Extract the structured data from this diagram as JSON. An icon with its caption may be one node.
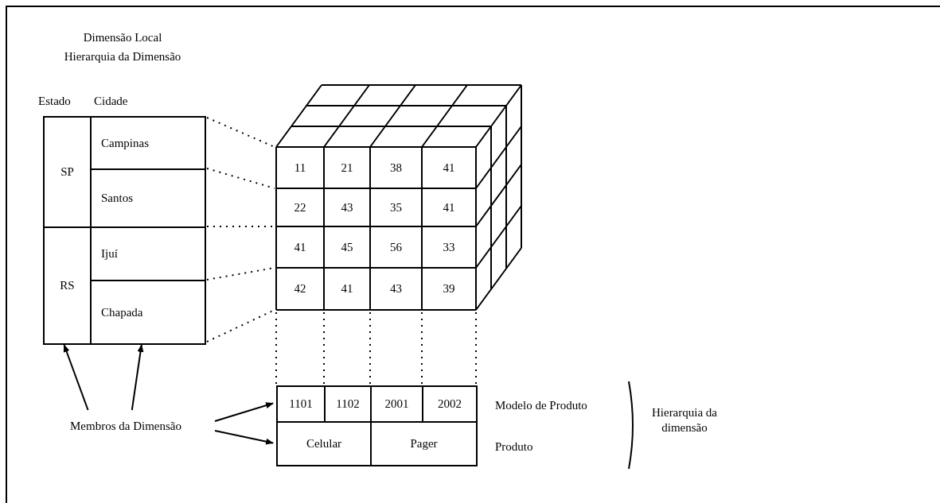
{
  "diagram": {
    "nodes": [
      {
        "text": [],
        "shape": "box"
      },
      {
        "text": [
          "SP"
        ],
        "in": 0
      },
      {
        "text": [
          "Campinas"
        ],
        "in": 0
      },
      {
        "text": [
          "Santos"
        ],
        "in": 0
      },
      {
        "text": [
          "RS"
        ],
        "in": 0
      },
      {
        "text": [
          "Ijuí"
        ],
        "in": 0
      },
      {
        "text": [
          "Chapada"
        ],
        "in": 0
      },
      {
        "text": [],
        "shape": "cube"
      },
      {
        "text": [],
        "shape": "box"
      },
      {
        "text": [
          "1101"
        ],
        "in": 8
      },
      {
        "text": [
          "1102"
        ],
        "in": 8
      },
      {
        "text": [
          "2001"
        ],
        "in": 8
      },
      {
        "text": [
          "2002"
        ],
        "in": 8
      },
      {
        "text": [
          "Celular"
        ],
        "in": 8
      },
      {
        "text": [
          "Pager"
        ],
        "in": 8
      },
      {
        "text": [
          "Membros da Dimensão"
        ]
      }
    ],
    "edges": [
      {
        "from": 15,
        "to": 4,
        "arrow": "to"
      },
      {
        "from": 15,
        "to": 6,
        "arrow": "to"
      },
      {
        "from": 15,
        "to": 9,
        "arrow": "to"
      },
      {
        "from": 15,
        "to": 13,
        "arrow": "to"
      },
      {
        "from": 0,
        "to": 7,
        "arrow": "none",
        "style": "dashed"
      },
      {
        "from": 0,
        "to": 7,
        "arrow": "none",
        "style": "dashed"
      },
      {
        "from": 0,
        "to": 7,
        "arrow": "none",
        "style": "dashed"
      },
      {
        "from": 0,
        "to": 7,
        "arrow": "none",
        "style": "dashed"
      },
      {
        "from": 0,
        "to": 7,
        "arrow": "none",
        "style": "dashed"
      },
      {
        "from": 7,
        "to": 8,
        "arrow": "none",
        "style": "dashed"
      },
      {
        "from": 7,
        "to": 8,
        "arrow": "none",
        "style": "dashed"
      },
      {
        "from": 7,
        "to": 8,
        "arrow": "none",
        "style": "dashed"
      },
      {
        "from": 7,
        "to": 8,
        "arrow": "none",
        "style": "dashed"
      },
      {
        "from": 7,
        "to": 8,
        "arrow": "none",
        "style": "dashed"
      }
    ],
    "labels": [
      "Dimensão Local",
      "Hierarquia da Dimensão",
      "Estado",
      "Cidade",
      "11",
      "21",
      "38",
      "41",
      "22",
      "43",
      "35",
      "41",
      "41",
      "45",
      "56",
      "33",
      "42",
      "41",
      "43",
      "39",
      "Modelo de Produto",
      "Produto",
      "Hierarquia da dimensão"
    ]
  }
}
